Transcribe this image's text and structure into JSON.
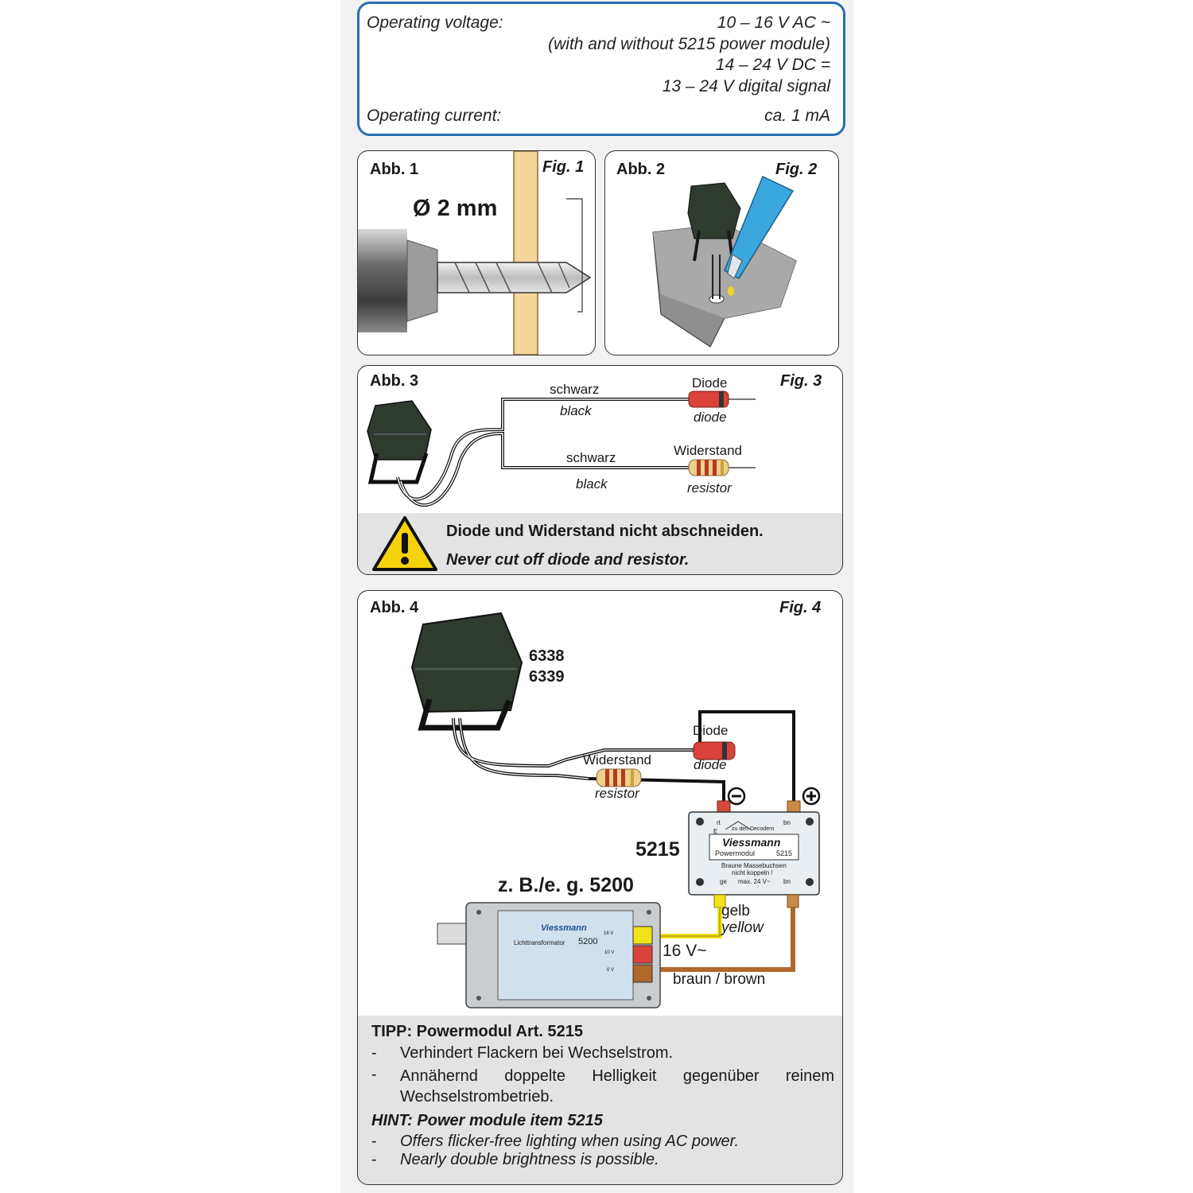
{
  "specs": {
    "voltage_label": "Operating voltage:",
    "voltage_lines": [
      "10 – 16 V AC ~",
      "(with and without 5215 power module)",
      "14 – 24 V DC =",
      "13 – 24 V digital signal"
    ],
    "current_label": "Operating current:",
    "current_value": "ca. 1 mA"
  },
  "fig1": {
    "abb": "Abb. 1",
    "fig": "Fig. 1",
    "diameter": "Ø 2 mm"
  },
  "fig2": {
    "abb": "Abb. 2",
    "fig": "Fig. 2"
  },
  "fig3": {
    "abb": "Abb. 3",
    "fig": "Fig. 3",
    "wire1_de": "schwarz",
    "wire1_en": "black",
    "wire2_de": "schwarz",
    "wire2_en": "black",
    "diode_de": "Diode",
    "diode_en": "diode",
    "resistor_de": "Widerstand",
    "resistor_en": "resistor",
    "warning_de": "Diode und Widerstand nicht abschneiden.",
    "warning_en": "Never cut off diode and resistor."
  },
  "fig4": {
    "abb": "Abb. 4",
    "fig": "Fig. 4",
    "model_1": "6338",
    "model_2": "6339",
    "diode_de": "Diode",
    "diode_en": "diode",
    "resistor_de": "Widerstand",
    "resistor_en": "resistor",
    "module_number": "5215",
    "transformer_label": "z. B./e. g. 5200",
    "yellow_de": "gelb",
    "yellow_en": "yellow",
    "voltage": "16 V~",
    "brown": "braun / brown",
    "module_panel": {
      "rt": "rt",
      "bn_top": "bn",
      "e": "E",
      "decoder": "zu den Decodern",
      "brand": "Viessmann",
      "product": "Powermodul",
      "product_no": "5215",
      "note_1": "Braune Massebuchsen",
      "note_2": "nicht koppeln !",
      "ge": "ge",
      "max": "max. 24 V~",
      "bn_bottom": "bn"
    },
    "transformer_panel": {
      "brand": "Viessmann",
      "product": "Lichttransformator",
      "product_no": "5200",
      "v16": "16 V",
      "v10": "10 V",
      "v0": "0 V"
    }
  },
  "tip": {
    "title_de": "TIPP: Powermodul  Art. 5215",
    "items_de": [
      "Verhindert Flackern bei Wechselstrom.",
      "Annähernd doppelte Helligkeit gegenüber reinem Wechselstrombetrieb."
    ],
    "title_en": "HINT: Power module item 5215",
    "items_en": [
      "Offers flicker-free lighting when using AC power.",
      "Nearly double brightness is possible."
    ]
  },
  "colors": {
    "frame_blue": "#2a6db5",
    "warning_yellow": "#f5d20a",
    "wire_yellow": "#f2e21a",
    "wire_brown": "#b0672a",
    "diode_red": "#d9433a"
  }
}
